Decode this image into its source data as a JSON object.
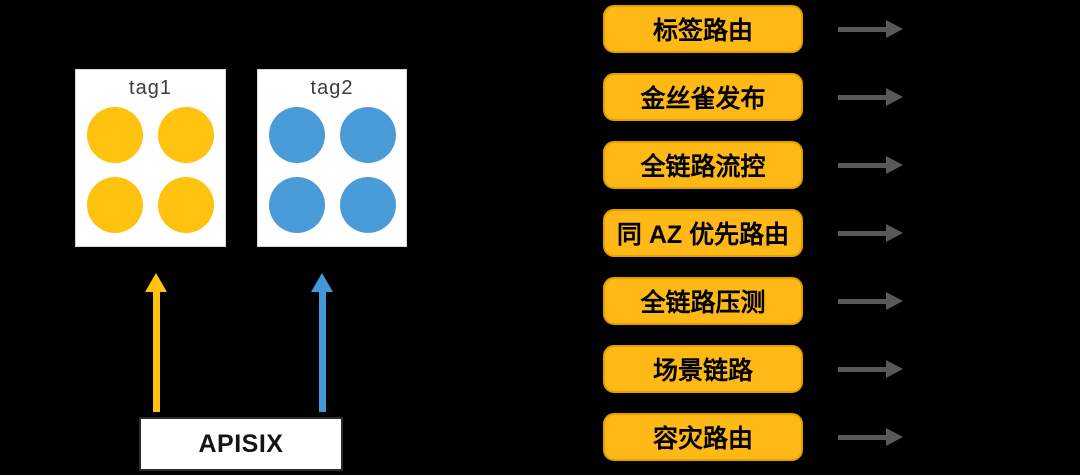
{
  "background_color": "#000000",
  "left_panel": {
    "groups": [
      {
        "label": "tag1",
        "instance_count": 4,
        "instance_color": "#FFC20E"
      },
      {
        "label": "tag2",
        "instance_count": 4,
        "instance_color": "#4A9CD8"
      }
    ],
    "gateway": {
      "label": "APISIX"
    },
    "arrows": [
      {
        "from": "APISIX",
        "to": "tag1",
        "direction": "up",
        "color": "#FFC20E"
      },
      {
        "from": "APISIX",
        "to": "tag2",
        "direction": "up",
        "color": "#4299D6"
      }
    ]
  },
  "right_panel": {
    "item_bg_color": "#FFB916",
    "item_text_color": "#000000",
    "arrow_color": "#595959",
    "items": [
      {
        "label": "标签路由"
      },
      {
        "label": "金丝雀发布"
      },
      {
        "label": "全链路流控"
      },
      {
        "label": "同 AZ 优先路由"
      },
      {
        "label": "全链路压测"
      },
      {
        "label": "场景链路"
      },
      {
        "label": "容灾路由"
      }
    ]
  }
}
